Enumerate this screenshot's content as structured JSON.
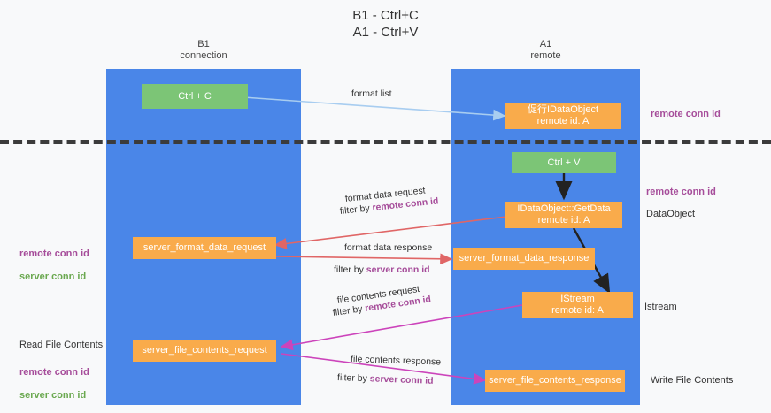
{
  "title": "B1 - Ctrl+C\nA1 - Ctrl+V",
  "lanes": [
    {
      "name": "b1",
      "header": "B1\nconnection"
    },
    {
      "name": "a1",
      "header": "A1\nremote"
    }
  ],
  "nodes": {
    "ctrl_c": {
      "label": "Ctrl + C",
      "color": "#7cc576"
    },
    "ctrl_v": {
      "label": "Ctrl + V",
      "color": "#7cc576"
    },
    "remote_idataobject": {
      "label": "促行IDataObject",
      "sub": "remote id: A",
      "color": "#f9ab4b"
    },
    "idataobject_getdata": {
      "label": "IDataObject::GetData",
      "sub": "remote id: A",
      "color": "#f9ab4b"
    },
    "istream": {
      "label": "IStream",
      "sub": "remote id: A",
      "color": "#f9ab4b"
    },
    "server_format_data_request": {
      "label": "server_format_data_request",
      "color": "#f9ab4b"
    },
    "server_format_data_response": {
      "label": "server_format_data_response",
      "color": "#f9ab4b"
    },
    "server_file_contents_request": {
      "label": "server_file_contents_request",
      "color": "#f9ab4b"
    },
    "server_file_contents_response": {
      "label": "server_file_contents_response",
      "color": "#f9ab4b"
    }
  },
  "edges": {
    "format_list": "format list",
    "format_data_request": "format data request",
    "format_data_request_filter_prefix": "filter by ",
    "format_data_request_filter_key": "remote conn id",
    "format_data_response": "format data response",
    "format_data_response_filter_prefix": "filter by ",
    "format_data_response_filter_key": "server conn id",
    "file_contents_request": "file contents request",
    "file_contents_request_filter_prefix": "filter by ",
    "file_contents_request_filter_key": "remote conn id",
    "file_contents_response": "file contents response",
    "file_contents_response_filter_prefix": "filter by ",
    "file_contents_response_filter_key": "server conn id"
  },
  "annotations": {
    "right_remote_conn_id_top": "remote conn id",
    "right_remote_conn_id_mid": "remote conn id",
    "right_dataobject": "DataObject",
    "right_istream": "Istream",
    "right_write_file_contents": "Write File Contents",
    "left_conn_ids_top_remote": "remote conn id",
    "left_conn_ids_top_server": "server conn id",
    "left_read_file_contents": "Read File Contents",
    "left_conn_ids_bottom_remote": "remote conn id",
    "left_conn_ids_bottom_server": "server conn id"
  },
  "colors": {
    "lane": "#4a86e8",
    "node_green": "#7cc576",
    "node_orange": "#f9ab4b",
    "arrow_lightblue": "#a8cdf0",
    "arrow_red": "#e06666",
    "arrow_black": "#222222",
    "arrow_magenta": "#cc44bb",
    "key_purple": "#a64d9a",
    "key_green": "#6aa84f",
    "dashed_divider": "#3b3b3b",
    "background": "#f8f9fa"
  }
}
